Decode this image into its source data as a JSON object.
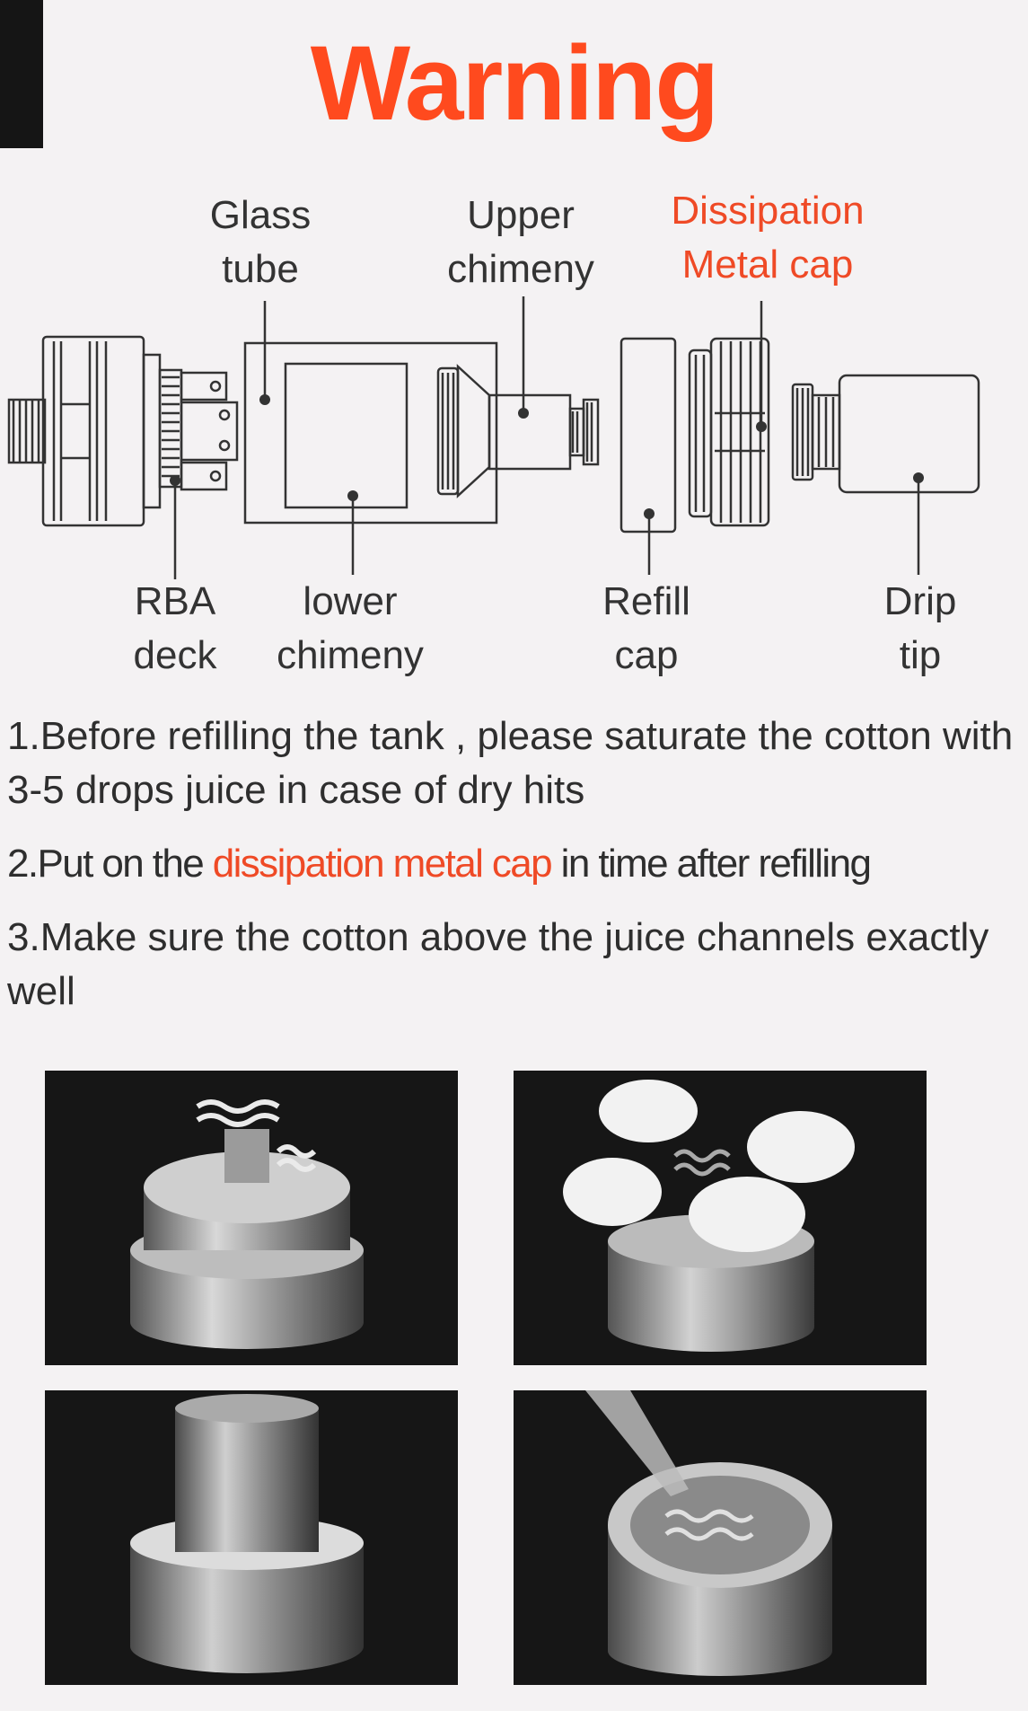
{
  "title": "Warning",
  "labels": {
    "glass_tube": [
      "Glass",
      "tube"
    ],
    "upper_chimney": [
      "Upper",
      "chimeny"
    ],
    "dissipation_cap": [
      "Dissipation",
      "Metal cap"
    ],
    "rba_deck": [
      "RBA",
      "deck"
    ],
    "lower_chimney": [
      "lower",
      "chimeny"
    ],
    "refill_cap": [
      "Refill",
      "cap"
    ],
    "drip_tip": [
      "Drip",
      "tip"
    ]
  },
  "instructions": {
    "step1": "1.Before refilling the tank , please saturate the cotton with 3-5 drops juice in case of dry hits",
    "step2_before": "2.Put on the ",
    "step2_highlight": "dissipation metal cap",
    "step2_after": " in time after refilling",
    "step3": "3.Make sure the cotton above the juice channels exactly well"
  },
  "colors": {
    "accent": "#ff4a1e",
    "highlight": "#ef4a26",
    "text": "#2e2e2e",
    "line_art": "#333333",
    "photo_bg": "#161616"
  },
  "photos": [
    {
      "icon": "rba-deck-with-coils-photo"
    },
    {
      "icon": "rba-deck-with-cotton-photo"
    },
    {
      "icon": "lower-chimney-installed-photo"
    },
    {
      "icon": "juice-drip-into-deck-photo"
    }
  ]
}
